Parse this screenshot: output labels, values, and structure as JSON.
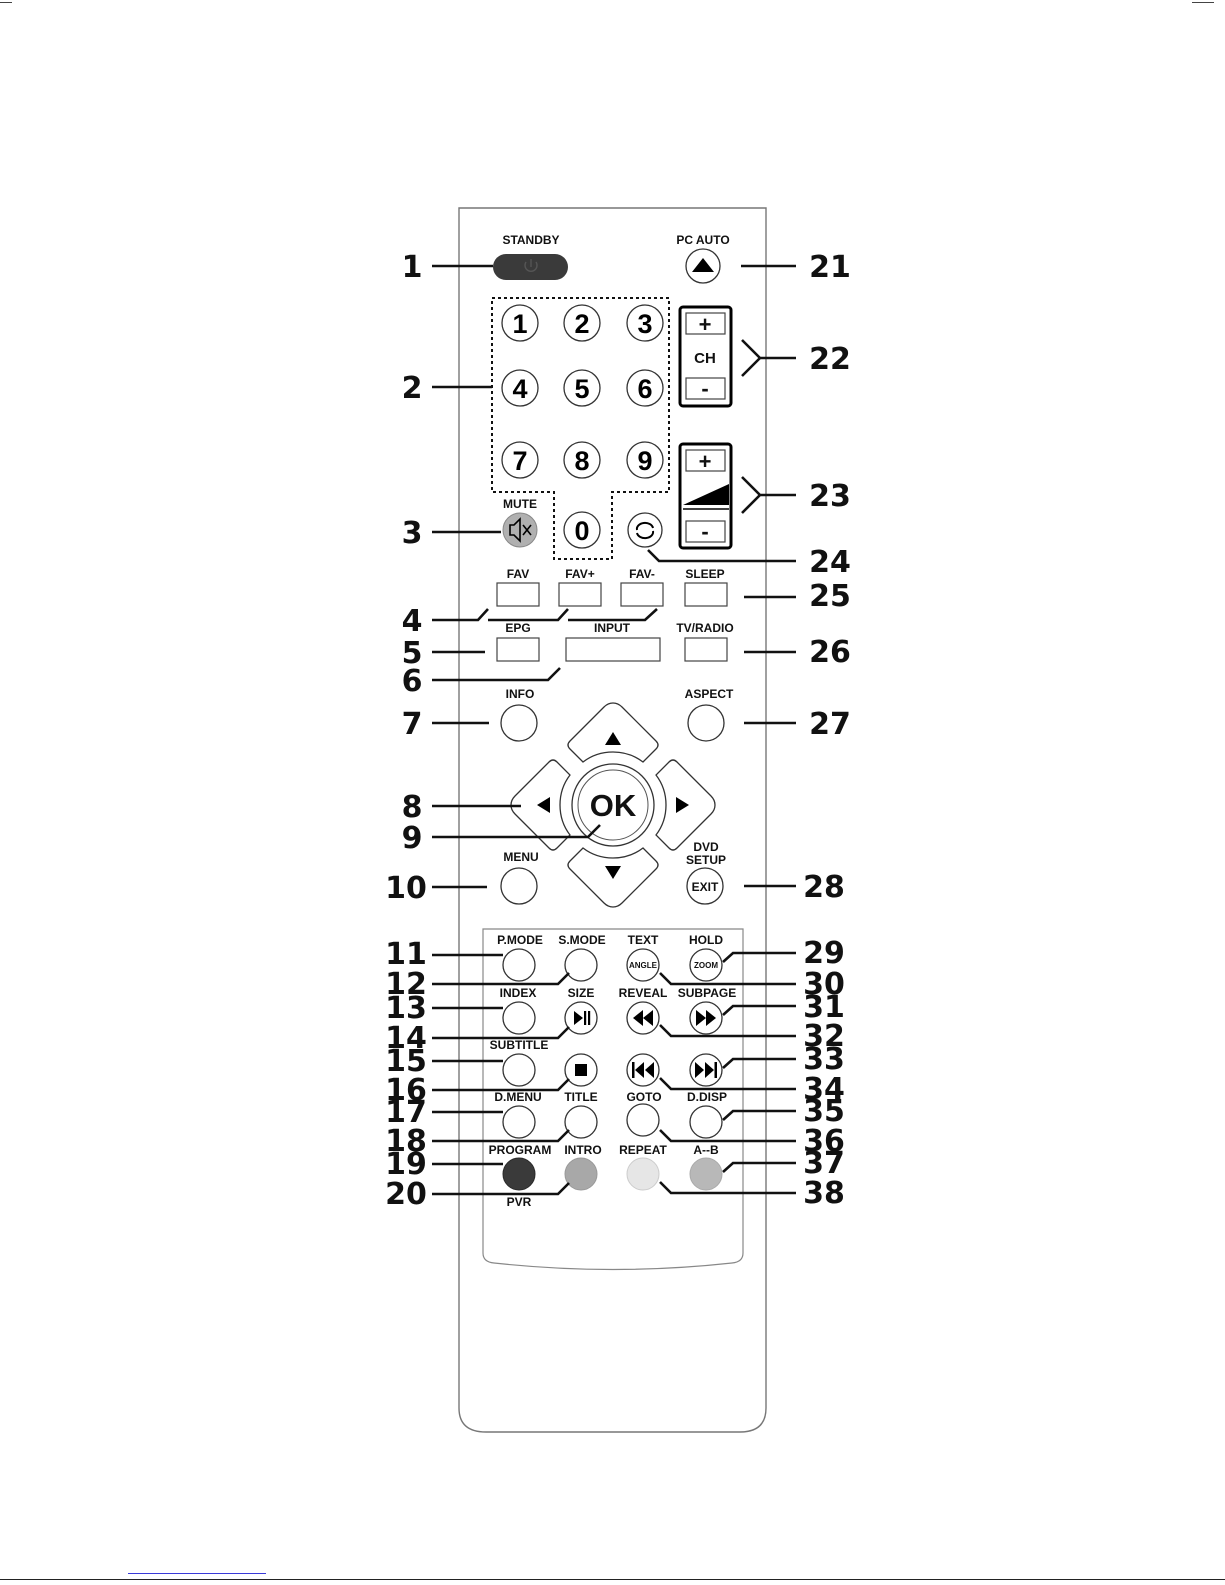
{
  "remote": {
    "labels": {
      "standby": "STANDBY",
      "pc_auto": "PC AUTO",
      "ch": "CH",
      "plus": "+",
      "minus": "-",
      "mute": "MUTE",
      "fav": "FAV",
      "fav_plus": "FAV+",
      "fav_minus": "FAV-",
      "sleep": "SLEEP",
      "epg": "EPG",
      "input": "INPUT",
      "tv_radio": "TV/RADIO",
      "info": "INFO",
      "aspect": "ASPECT",
      "ok": "OK",
      "menu": "MENU",
      "dvd": "DVD",
      "setup": "SETUP",
      "exit": "EXIT",
      "p_mode": "P.MODE",
      "s_mode": "S.MODE",
      "text": "TEXT",
      "hold": "HOLD",
      "angle": "ANGLE",
      "zoom": "ZOOM",
      "index": "INDEX",
      "size": "SIZE",
      "reveal": "REVEAL",
      "subpage": "SUBPAGE",
      "subtitle": "SUBTITLE",
      "d_menu": "D.MENU",
      "title": "TITLE",
      "goto": "GOTO",
      "d_disp": "D.DISP",
      "program": "PROGRAM",
      "intro": "INTRO",
      "repeat": "REPEAT",
      "a_b": "A--B",
      "pvr": "PVR"
    },
    "digits": [
      "1",
      "2",
      "3",
      "4",
      "5",
      "6",
      "7",
      "8",
      "9",
      "0"
    ],
    "colors": {
      "program_button": "#3a3a3a",
      "intro_button": "#a8a8a8",
      "repeat_button": "#e6e6e6",
      "a_b_button": "#b8b8b8",
      "mute_button": "#b0b0b0",
      "standby_button": "#3a3a3a"
    }
  },
  "callouts": [
    "1",
    "2",
    "3",
    "4",
    "5",
    "6",
    "7",
    "8",
    "9",
    "10",
    "11",
    "12",
    "13",
    "14",
    "15",
    "16",
    "17",
    "18",
    "19",
    "20",
    "21",
    "22",
    "23",
    "24",
    "25",
    "26",
    "27",
    "28",
    "29",
    "30",
    "31",
    "32",
    "33",
    "34",
    "35",
    "36",
    "37",
    "38"
  ],
  "icons": {
    "standby": "power-icon",
    "pc_auto": "eject-icon",
    "mute": "speaker-mute-icon",
    "recall": "recall-loop-icon",
    "volume": "volume-ramp-icon",
    "nav": "arrow-icons",
    "play_pause": "play-pause-icon",
    "rewind": "rewind-icon",
    "fast_forward": "fast-forward-icon",
    "stop": "stop-icon",
    "prev": "skip-previous-icon",
    "next": "skip-next-icon"
  }
}
